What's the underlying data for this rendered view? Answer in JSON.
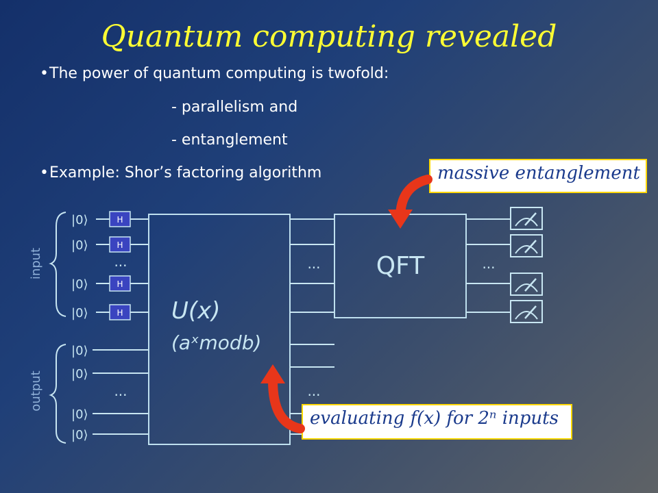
{
  "slide": {
    "title": "Quantum computing revealed",
    "bullets": [
      "The power of quantum computing is twofold:",
      "- parallelism and",
      "- entanglement",
      "Example: Shor’s factoring algorithm"
    ],
    "callouts": {
      "top": "massive entanglement",
      "bottom": "evaluating f(x) for 2ⁿ inputs"
    }
  },
  "diagram": {
    "ket_label": "|0⟩",
    "gate_label": "H",
    "ellipsis": "...",
    "group_labels": {
      "input": "input",
      "output": "output"
    },
    "u_block": {
      "label": "U(x)",
      "sublabel": "(aˣmodb)"
    },
    "qft_block": {
      "label": "QFT"
    },
    "colors": {
      "wire": "#c8e6f2",
      "block_border": "#bfe0ef",
      "gate_fill": "#3a44c0",
      "arrow": "#e8361a",
      "callout_border": "#ffd800",
      "title": "#ffff33",
      "muted_text": "#8fb0d8"
    }
  }
}
